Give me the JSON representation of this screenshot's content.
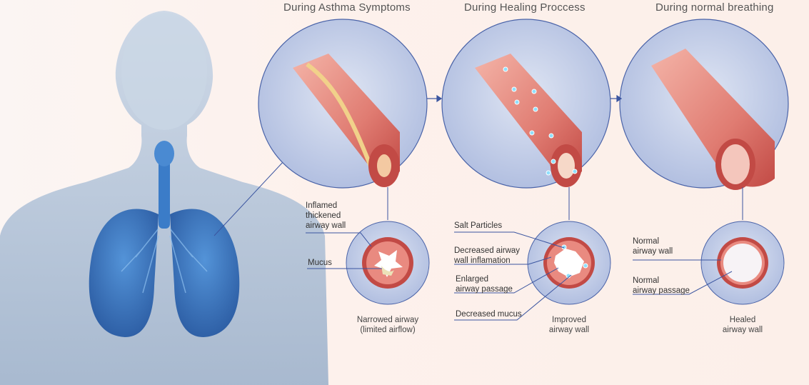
{
  "stages": [
    {
      "title": "During Asthma Symptoms",
      "caption": "Narrowed airway\n(limited airflow)"
    },
    {
      "title": "During Healing Proccess",
      "caption": "Improved\nairway wall"
    },
    {
      "title": "During normal breathing",
      "caption": "Healed\nairway wall"
    }
  ],
  "labels": {
    "inflamed": "Inflamed\nthickened\nairway wall",
    "mucus": "Mucus",
    "salt_particles": "Salt Particles",
    "decreased_inflammation": "Decreased airway\nwall inflamation",
    "enlarged_passage": "Enlarged\nairway passage",
    "decreased_mucus": "Decreased mucus",
    "normal_wall": "Normal\nairway wall",
    "normal_passage": "Normal\nairway passage"
  },
  "colors": {
    "tissue": "#e07c72",
    "tissue_dark": "#c24a45",
    "circle_bg": "#c9d3ea",
    "circle_stroke": "#4a63a8",
    "lung": "#2a6fc0",
    "body": "#b8c7db",
    "leader": "#3b55a0"
  }
}
